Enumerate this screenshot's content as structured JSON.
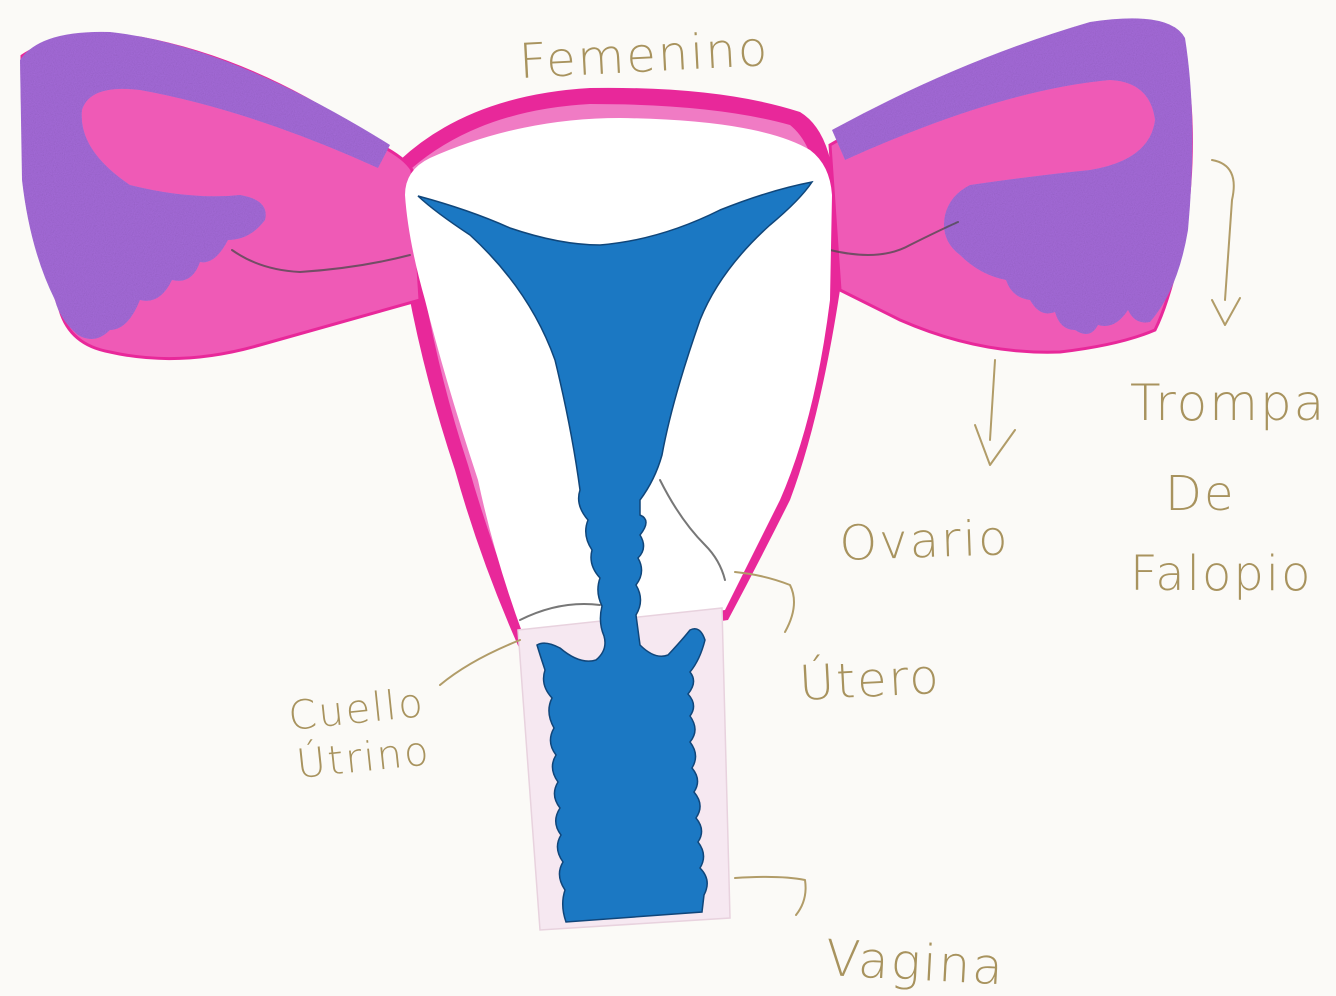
{
  "title_fragment": "Femenino",
  "labels": {
    "trompa_line1": "Trompa",
    "trompa_line2": "De",
    "trompa_line3": "Falopio",
    "ovario": "Ovario",
    "utero": "Útero",
    "cuello_line1": "Cuello",
    "cuello_line2": "Útrino",
    "vagina": "Vagina"
  },
  "colors": {
    "paper": "#fbfaf7",
    "purple_foam": "#a46ad8",
    "pink_foam": "#ef5ab6",
    "magenta_edge": "#e8289a",
    "white_foam": "#ffffff",
    "vagina_foam": "#f6e8f1",
    "blue_foam": "#1b78c3",
    "pencil": "#a8935e"
  }
}
